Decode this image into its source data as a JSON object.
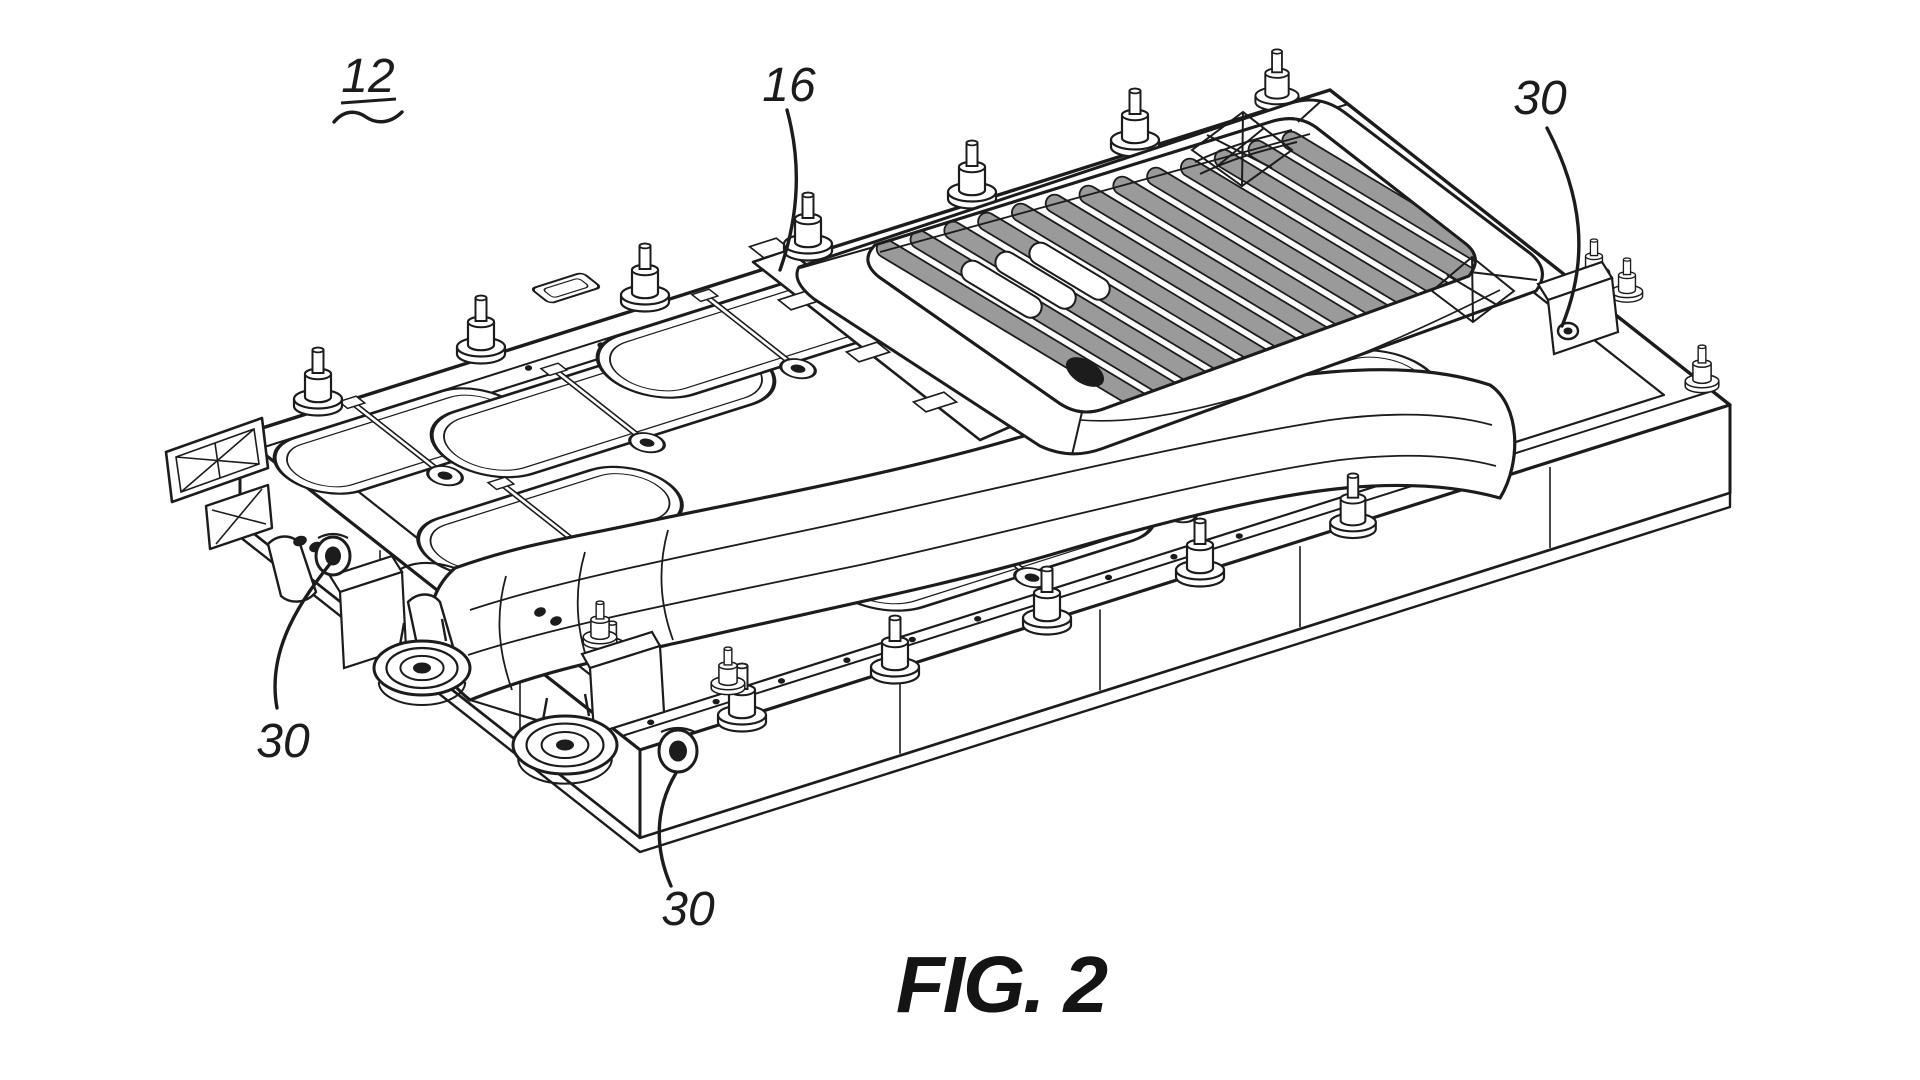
{
  "figure": {
    "caption": "FIG. 2",
    "reference_numerals": {
      "ref_12": "12",
      "ref_16": "16",
      "ref_30_top_right": "30",
      "ref_30_bottom_left": "30",
      "ref_30_bottom_center": "30"
    }
  },
  "style": {
    "background_color": "#ffffff",
    "line_color": "#1c1c1c",
    "rib_fill_color": "#9a9a9a"
  }
}
